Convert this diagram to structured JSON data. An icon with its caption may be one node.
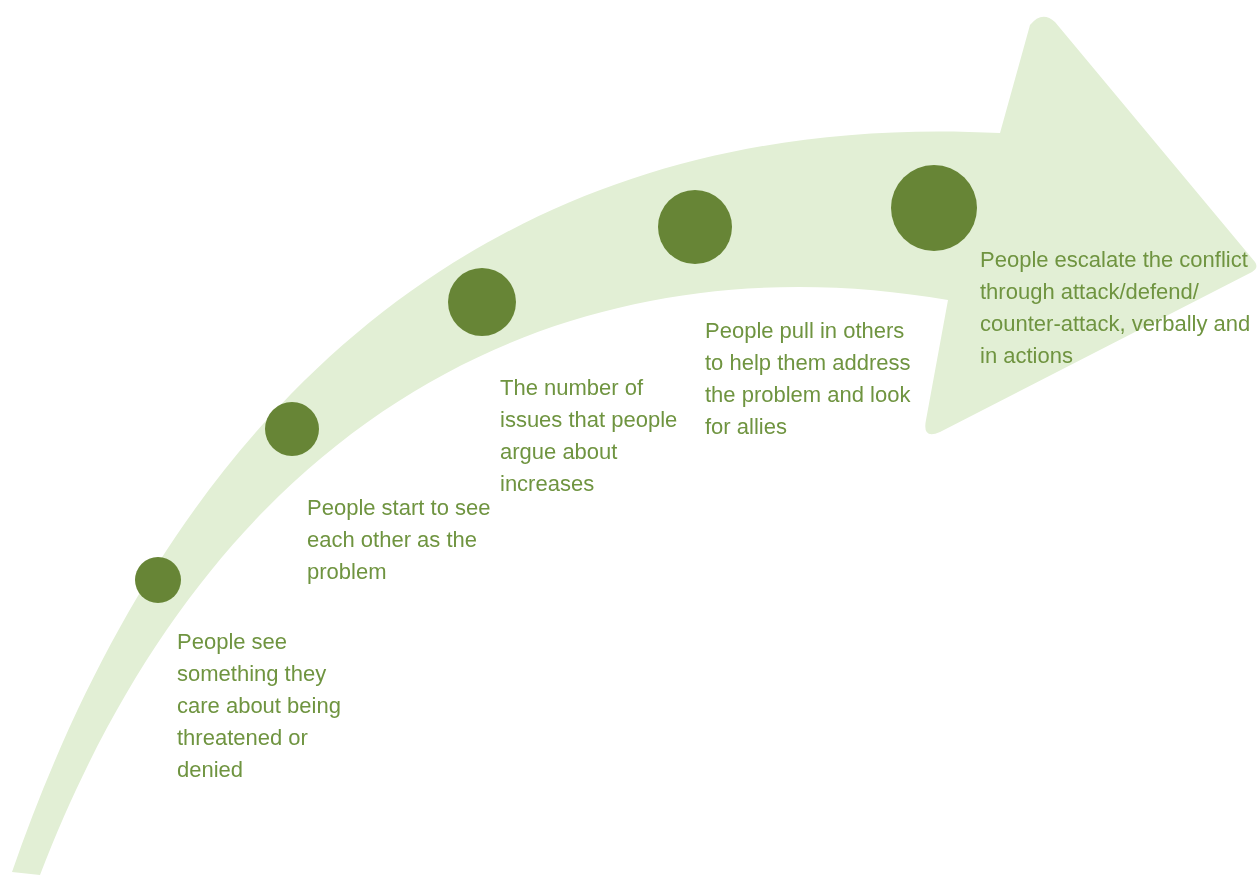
{
  "diagram": {
    "nodes": [
      {
        "text": [],
        "shape": "circle",
        "beside": [
          "People see something they care about being threatened or denied"
        ]
      },
      {
        "text": [],
        "shape": "circle",
        "beside": [
          "People start to see each other as the problem"
        ]
      },
      {
        "text": [],
        "shape": "circle",
        "beside": [
          "The number of issues that people argue about increases"
        ]
      },
      {
        "text": [],
        "shape": "circle",
        "beside": [
          "People pull in others to help them address the problem and look for allies"
        ]
      },
      {
        "text": [],
        "shape": "circle",
        "beside": [
          "People escalate the conflict through attack/defend/ counter-attack, verbally and in actions"
        ]
      }
    ]
  }
}
